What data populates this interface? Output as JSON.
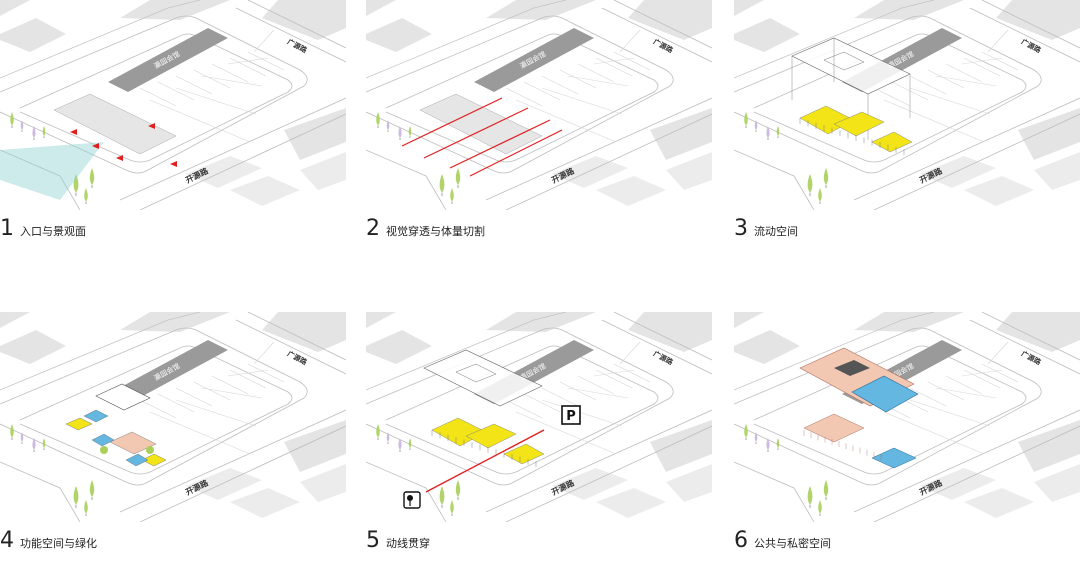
{
  "panels": [
    {
      "num": "1",
      "title": "入口与景观面"
    },
    {
      "num": "2",
      "title": "视觉穿透与体量切割"
    },
    {
      "num": "3",
      "title": "流动空间"
    },
    {
      "num": "4",
      "title": "功能空间与绿化"
    },
    {
      "num": "5",
      "title": "动线贯穿"
    },
    {
      "num": "6",
      "title": "公共与私密空间"
    }
  ],
  "labels": {
    "road_main": "开源路",
    "road_side": "广源路",
    "building": "瀛园会馆",
    "parking_icon": "P"
  },
  "icons": {
    "parking": "parking-icon",
    "pedestrian": "pedestrian-sign-icon",
    "tree": "tree-icon"
  },
  "colors": {
    "yellow": "#f2e416",
    "red": "#e02020",
    "pink": "#f3c8b3",
    "blue": "#63b7e0",
    "green_tree": "#a9cf5a",
    "lilac_tree": "#c8b3dc",
    "teal_view": "#8fd3d0",
    "grey_block": "#9a9a9a",
    "ground_grey": "#e4e4e4"
  }
}
